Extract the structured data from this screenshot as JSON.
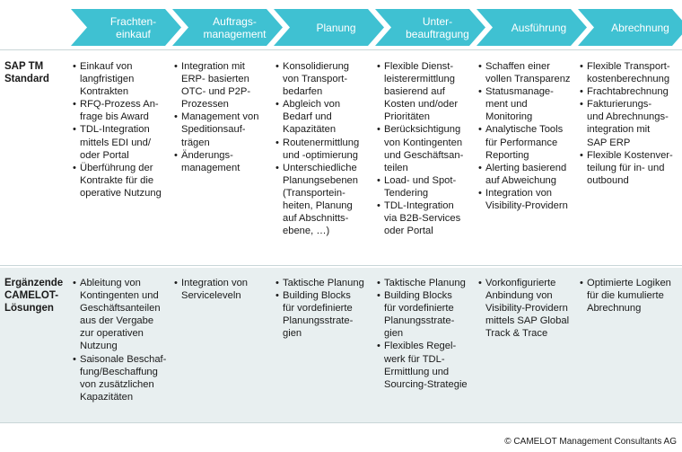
{
  "phases": [
    {
      "label": "Frachten-\neinkauf"
    },
    {
      "label": "Auftrags-\nmanagement"
    },
    {
      "label": "Planung"
    },
    {
      "label": "Unter-\nbeauftragung"
    },
    {
      "label": "Ausführung"
    },
    {
      "label": "Abrechnung"
    }
  ],
  "rows": [
    {
      "label": "SAP TM\nStandard",
      "cells": [
        [
          "Einkauf von\nlangfristigen\nKontrakten",
          "RFQ-Prozess An-\nfrage bis Award",
          "TDL-Integration\nmittels EDI und/\noder Portal",
          "Überführung der\nKontrakte für die\noperative Nutzung"
        ],
        [
          "Integration mit\nERP- basierten\nOTC- und P2P-\nProzessen",
          "Management von\nSpeditionsauf-\nträgen",
          "Änderungs-\nmanagement"
        ],
        [
          "Konsolidierung\nvon Transport-\nbedarfen",
          "Abgleich von\nBedarf und\nKapazitäten",
          "Routenermittlung\nund -optimierung",
          "Unterschiedliche\nPlanungsebenen\n(Transportein-\nheiten, Planung\nauf Abschnitts-\nebene, …)"
        ],
        [
          "Flexible Dienst-\nleisterermittlung\nbasierend auf\nKosten und/oder\nPrioritäten",
          "Berücksichtigung\nvon Kontingenten\nund Geschäftsan-\nteilen",
          "Load- und Spot-\nTendering",
          "TDL-Integration\nvia B2B-Services\noder Portal"
        ],
        [
          "Schaffen einer\nvollen Transparenz",
          "Statusmanage-\nment und\nMonitoring",
          "Analytische Tools\nfür Performance\nReporting",
          "Alerting basierend\nauf Abweichung",
          "Integration von\nVisibility-Providern"
        ],
        [
          "Flexible Transport-\nkostenberechnung",
          "Frachtabrechnung",
          "Fakturierungs-\nund Abrechnungs-\nintegration mit\nSAP ERP",
          "Flexible Kostenver-\nteilung für in- und\noutbound"
        ]
      ]
    },
    {
      "label": "Ergänzende\nCAMELOT-\nLösungen",
      "cells": [
        [
          "Ableitung von\nKontingenten und\nGeschäftsanteilen\naus der Vergabe\nzur operativen\nNutzung",
          "Saisonale Beschaf-\nfung/Beschaffung\nvon zusätzlichen\nKapazitäten"
        ],
        [
          "Integration von\nServiceleveln"
        ],
        [
          "Taktische Planung",
          "Building Blocks\nfür vordefinierte\nPlanungsstrate-\ngien"
        ],
        [
          "Taktische Planung",
          "Building Blocks\nfür vordefinierte\nPlanungsstrate-\ngien",
          "Flexibles Regel-\nwerk für TDL-\nErmittlung und\nSourcing-Strategie"
        ],
        [
          "Vorkonfigurierte\nAnbindung von\nVisibility-Providern\nmittels SAP Global\nTrack & Trace"
        ],
        [
          "Optimierte Logiken\nfür die kumulierte\nAbrechnung"
        ]
      ]
    }
  ],
  "copyright": "© CAMELOT Management Consultants AG",
  "colors": {
    "chevron": "#3fc1d2",
    "row_alt": "#e8eff0"
  }
}
